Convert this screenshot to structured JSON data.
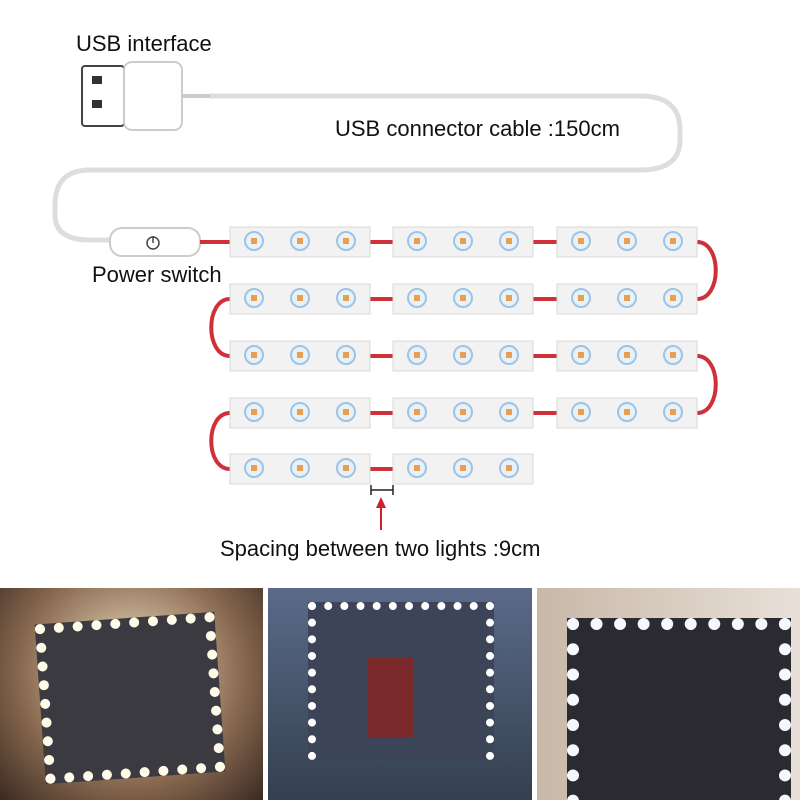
{
  "labels": {
    "usb_interface": "USB interface",
    "usb_cable": "USB connector cable :150cm",
    "power_switch": "Power switch",
    "spacing": "Spacing between two lights :9cm"
  },
  "strip": {
    "rows": [
      3,
      3,
      3,
      3,
      2
    ],
    "leds_per_module": 3,
    "led_color": "#e8a050",
    "wire_color": "#d0303a",
    "arrow_color": "#d0202a"
  },
  "photos": [
    {
      "name": "warm-mirror-photo"
    },
    {
      "name": "bedroom-mirror-photo"
    },
    {
      "name": "bathroom-mirror-photo"
    }
  ]
}
